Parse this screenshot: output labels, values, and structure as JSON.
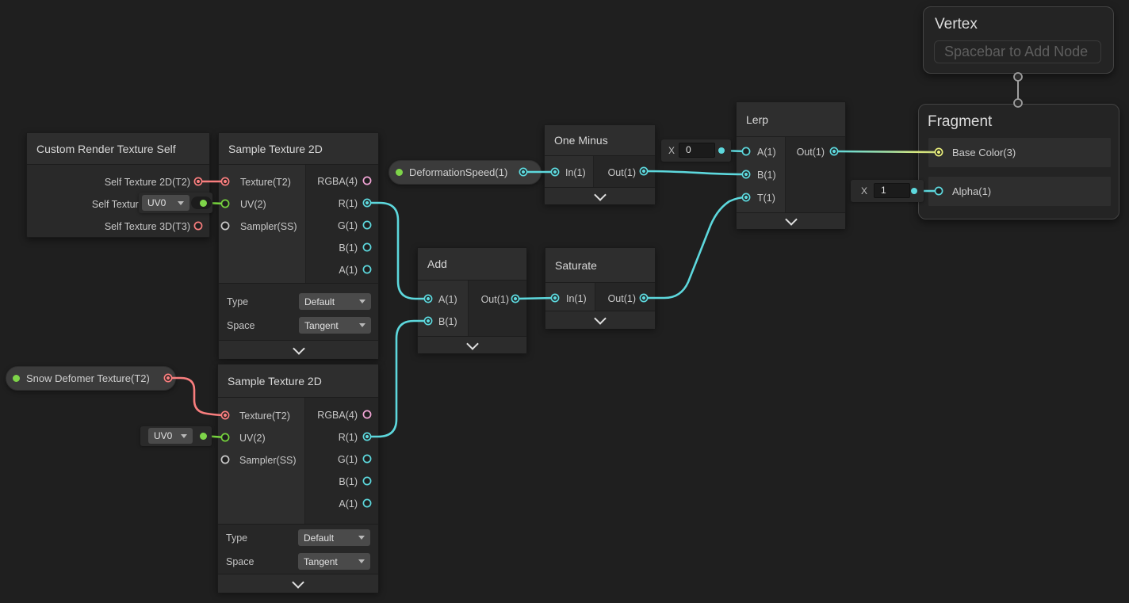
{
  "graph": {
    "nodes": {
      "crt": {
        "title": "Custom Render Texture Self",
        "outputs": [
          "Self Texture 2D(T2)",
          "Self Texture Cube(TC)",
          "Self Texture 3D(T3)"
        ]
      },
      "sample1": {
        "title": "Sample Texture 2D",
        "inputs": [
          "Texture(T2)",
          "UV(2)",
          "Sampler(SS)"
        ],
        "outputs": [
          "RGBA(4)",
          "R(1)",
          "G(1)",
          "B(1)",
          "A(1)"
        ],
        "settings": [
          {
            "label": "Type",
            "value": "Default"
          },
          {
            "label": "Space",
            "value": "Tangent"
          }
        ]
      },
      "sample2": {
        "title": "Sample Texture 2D",
        "inputs": [
          "Texture(T2)",
          "UV(2)",
          "Sampler(SS)"
        ],
        "outputs": [
          "RGBA(4)",
          "R(1)",
          "G(1)",
          "B(1)",
          "A(1)"
        ],
        "settings": [
          {
            "label": "Type",
            "value": "Default"
          },
          {
            "label": "Space",
            "value": "Tangent"
          }
        ]
      },
      "add": {
        "title": "Add",
        "inputs": [
          "A(1)",
          "B(1)"
        ],
        "outputs": [
          "Out(1)"
        ]
      },
      "one_minus": {
        "title": "One Minus",
        "inputs": [
          "In(1)"
        ],
        "outputs": [
          "Out(1)"
        ]
      },
      "saturate": {
        "title": "Saturate",
        "inputs": [
          "In(1)"
        ],
        "outputs": [
          "Out(1)"
        ]
      },
      "lerp": {
        "title": "Lerp",
        "inputs": [
          "A(1)",
          "B(1)",
          "T(1)"
        ],
        "outputs": [
          "Out(1)"
        ]
      },
      "vertex": {
        "title": "Vertex",
        "placeholder": "Spacebar to Add Node"
      },
      "fragment": {
        "title": "Fragment",
        "inputs": [
          "Base Color(3)",
          "Alpha(1)"
        ]
      }
    },
    "properties": {
      "deformation_speed": {
        "label": "DeformationSpeed(1)"
      },
      "snow_deformer": {
        "label": "Snow Defomer Texture(T2)"
      }
    },
    "inline_values": {
      "lerp_a": {
        "label": "X",
        "value": "0"
      },
      "fragment_alpha": {
        "label": "X",
        "value": "1"
      },
      "sample1_uv": {
        "value": "UV0"
      },
      "sample2_uv": {
        "value": "UV0"
      }
    },
    "colors": {
      "canvas_bg": "#1f1f1f",
      "wire_float": "#5dd8dd",
      "wire_vector2": "#77d43e",
      "wire_texture2d": "#f97e7e",
      "port_vector4": "#f2a5d6",
      "port_vector3": "#e9ee7b",
      "port_sampler": "#c9c9c9",
      "property_dot": "#7ed449",
      "stem": "#9e9e9e"
    }
  }
}
